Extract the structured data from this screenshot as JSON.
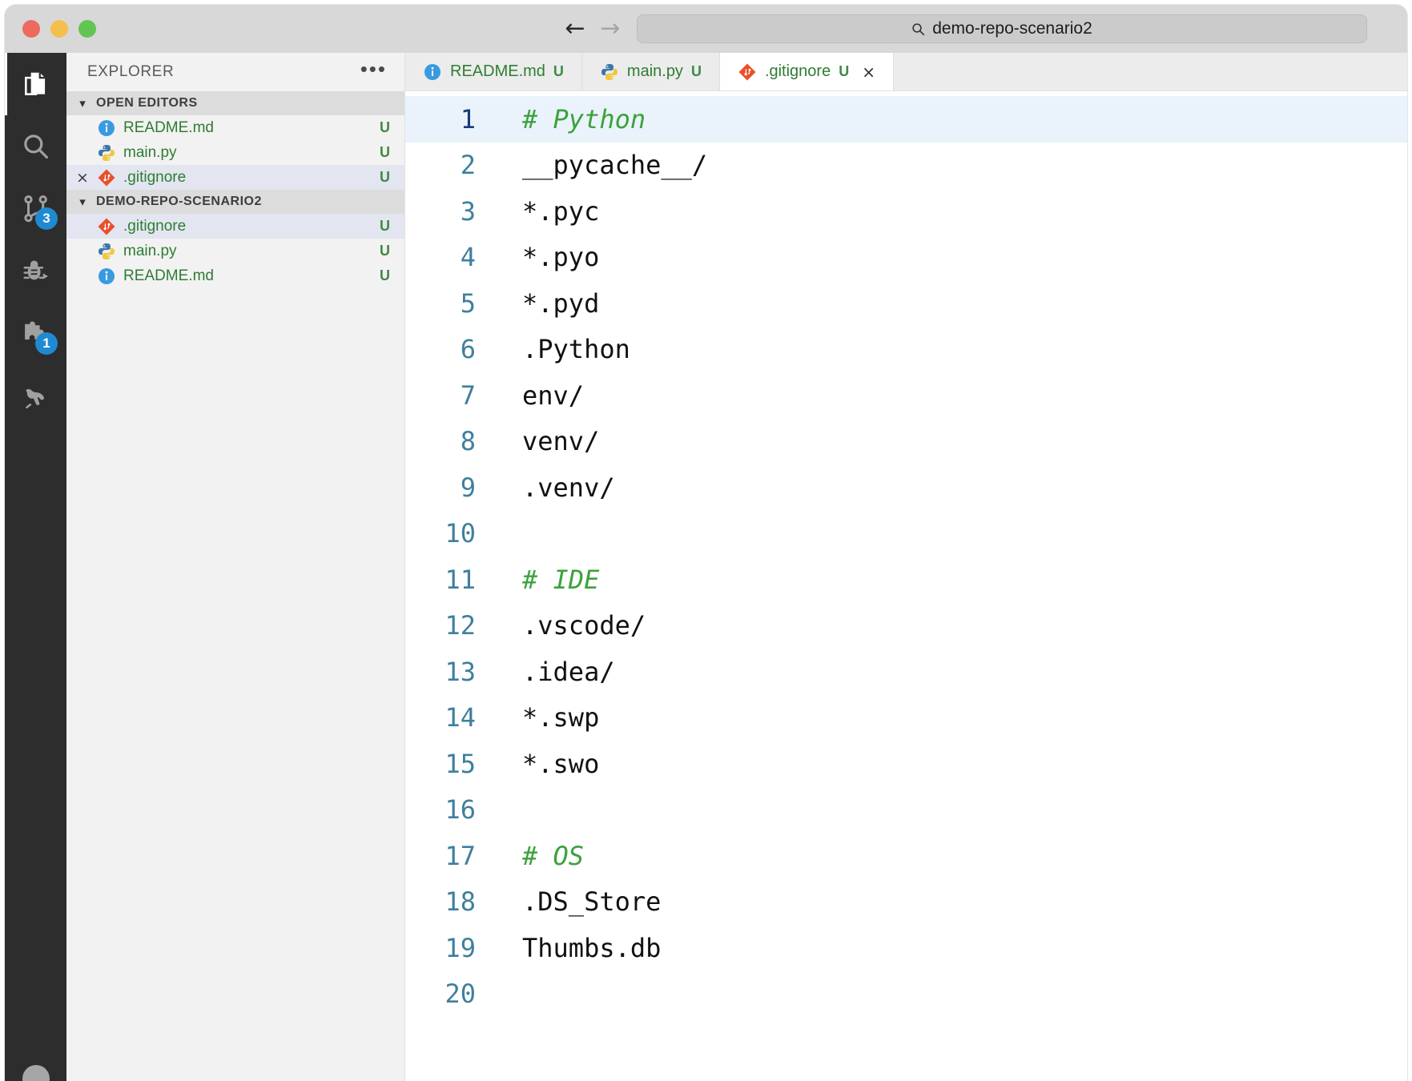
{
  "window": {
    "traffic_lights": [
      "close",
      "minimize",
      "maximize"
    ],
    "nav": {
      "back": "←",
      "forward": "→"
    },
    "search": {
      "icon": "search-icon",
      "value": "demo-repo-scenario2"
    }
  },
  "activity_bar": {
    "items": [
      {
        "name": "explorer",
        "icon": "files-icon",
        "active": true,
        "badge": null
      },
      {
        "name": "search",
        "icon": "search-icon",
        "active": false,
        "badge": null
      },
      {
        "name": "source-control",
        "icon": "source-control-icon",
        "active": false,
        "badge": "3"
      },
      {
        "name": "run-and-debug",
        "icon": "debug-icon",
        "active": false,
        "badge": null
      },
      {
        "name": "extensions",
        "icon": "extensions-icon",
        "active": false,
        "badge": "1"
      },
      {
        "name": "remote-explorer",
        "icon": "kangaroo-icon",
        "active": false,
        "badge": null
      }
    ],
    "accounts": {
      "icon": "account-avatar-icon"
    },
    "colors": {
      "background": "#2d2d2d",
      "badge": "#1f8ad2",
      "active_indicator": "#ffffff"
    }
  },
  "sidebar": {
    "title": "EXPLORER",
    "more_actions": "•••",
    "sections": [
      {
        "label": "OPEN EDITORS",
        "expanded": true,
        "chevron": "⌄",
        "items": [
          {
            "name": "README.md",
            "icon": "info-md-icon",
            "badge": "U",
            "selected": false,
            "show_close": false
          },
          {
            "name": "main.py",
            "icon": "python-icon",
            "badge": "U",
            "selected": false,
            "show_close": false
          },
          {
            "name": ".gitignore",
            "icon": "git-icon",
            "badge": "U",
            "selected": true,
            "show_close": true,
            "close": "×"
          }
        ]
      },
      {
        "label": "DEMO-REPO-SCENARIO2",
        "expanded": true,
        "chevron": "⌄",
        "items": [
          {
            "name": ".gitignore",
            "icon": "git-icon",
            "badge": "U",
            "selected": true,
            "show_close": false
          },
          {
            "name": "main.py",
            "icon": "python-icon",
            "badge": "U",
            "selected": false,
            "show_close": false
          },
          {
            "name": "README.md",
            "icon": "info-md-icon",
            "badge": "U",
            "selected": false,
            "show_close": false
          }
        ]
      }
    ],
    "colors": {
      "background": "#f2f2f2",
      "section_header": "#dcdcdc",
      "selected_row": "#e3e6f0",
      "filename": "#2e7d32",
      "badge": "#3f8a43"
    }
  },
  "tabs": [
    {
      "label": "README.md",
      "icon": "info-md-icon",
      "badge": "U",
      "active": false,
      "show_close": false
    },
    {
      "label": "main.py",
      "icon": "python-icon",
      "badge": "U",
      "active": false,
      "show_close": false
    },
    {
      "label": ".gitignore",
      "icon": "git-icon",
      "badge": "U",
      "active": true,
      "show_close": true,
      "close": "×"
    }
  ],
  "editor": {
    "active_file": ".gitignore",
    "current_line": 1,
    "lines": [
      {
        "n": "1",
        "text": "# Python",
        "comment": true
      },
      {
        "n": "2",
        "text": "__pycache__/",
        "comment": false
      },
      {
        "n": "3",
        "text": "*.pyc",
        "comment": false
      },
      {
        "n": "4",
        "text": "*.pyo",
        "comment": false
      },
      {
        "n": "5",
        "text": "*.pyd",
        "comment": false
      },
      {
        "n": "6",
        "text": ".Python",
        "comment": false
      },
      {
        "n": "7",
        "text": "env/",
        "comment": false
      },
      {
        "n": "8",
        "text": "venv/",
        "comment": false
      },
      {
        "n": "9",
        "text": ".venv/",
        "comment": false
      },
      {
        "n": "10",
        "text": "",
        "comment": false
      },
      {
        "n": "11",
        "text": "# IDE",
        "comment": true
      },
      {
        "n": "12",
        "text": ".vscode/",
        "comment": false
      },
      {
        "n": "13",
        "text": ".idea/",
        "comment": false
      },
      {
        "n": "14",
        "text": "*.swp",
        "comment": false
      },
      {
        "n": "15",
        "text": "*.swo",
        "comment": false
      },
      {
        "n": "16",
        "text": "",
        "comment": false
      },
      {
        "n": "17",
        "text": "# OS",
        "comment": true
      },
      {
        "n": "18",
        "text": ".DS_Store",
        "comment": false
      },
      {
        "n": "19",
        "text": "Thumbs.db",
        "comment": false
      },
      {
        "n": "20",
        "text": "",
        "comment": false
      }
    ],
    "colors": {
      "line_number": "#3f7f9e",
      "active_line_number": "#1a3a7a",
      "comment": "#3ba23b",
      "text": "#111111",
      "current_line_bg": "#eaf3fb"
    }
  }
}
